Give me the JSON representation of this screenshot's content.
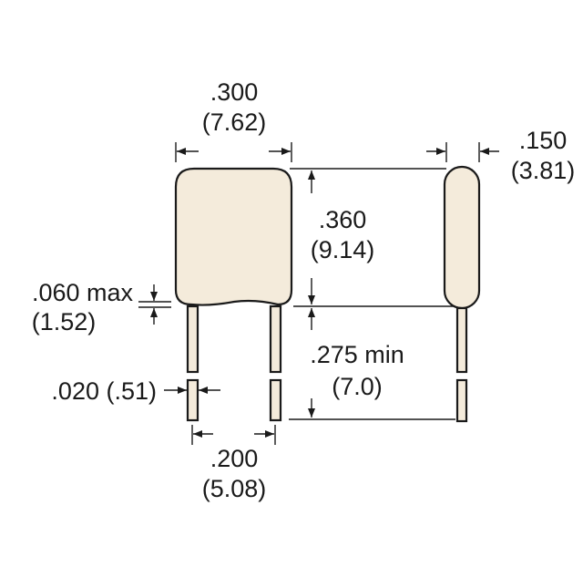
{
  "dimensions": {
    "width": {
      "inch": ".300",
      "mm": "(7.62)"
    },
    "thickness": {
      "inch": ".150",
      "mm": "(3.81)"
    },
    "height": {
      "inch": ".360",
      "mm": "(9.14)"
    },
    "lead_length": {
      "inch": ".275 min",
      "mm": "(7.0)"
    },
    "coating": {
      "inch": ".060 max",
      "mm": "(1.52)"
    },
    "lead_diameter": {
      "label": ".020 (.51)"
    },
    "lead_spacing": {
      "inch": ".200",
      "mm": "(5.08)"
    }
  },
  "colors": {
    "body_fill": "#f4ebdb",
    "line": "#1a1a1a"
  }
}
